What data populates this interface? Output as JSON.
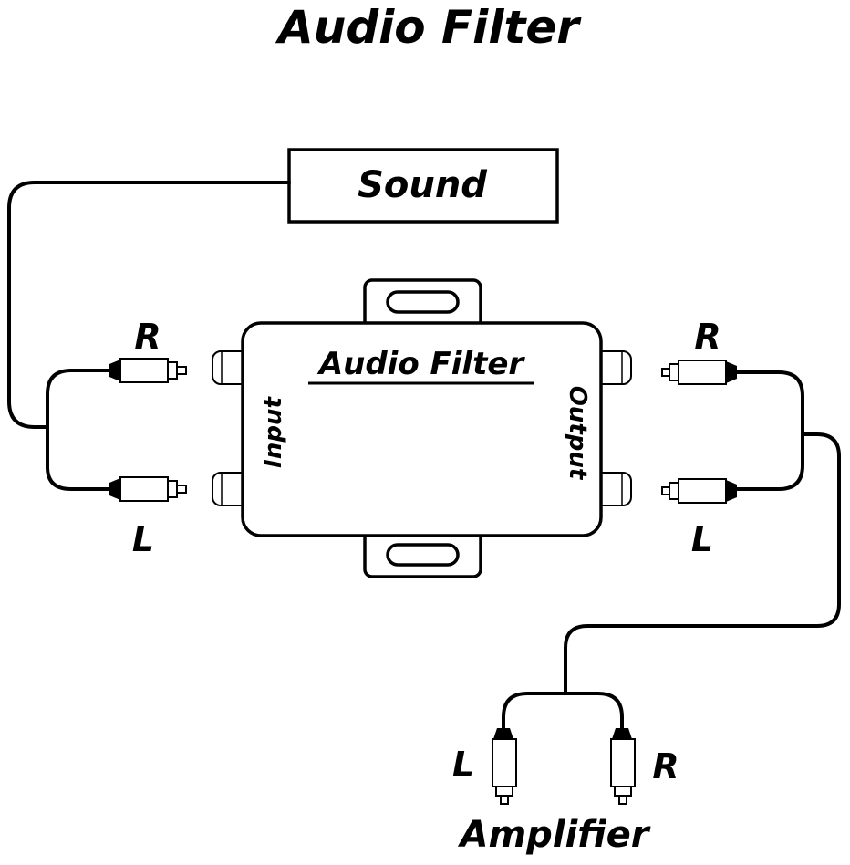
{
  "title": "Audio Filter",
  "source": {
    "label": "Sound"
  },
  "device": {
    "label": "Audio Filter",
    "input_label": "Input",
    "output_label": "Output"
  },
  "input_channels": {
    "right": "R",
    "left": "L"
  },
  "output_channels": {
    "right": "R",
    "left": "L"
  },
  "amplifier": {
    "label": "Amplifier",
    "left": "L",
    "right": "R"
  },
  "colors": {
    "line": "#000000",
    "background": "#ffffff"
  }
}
